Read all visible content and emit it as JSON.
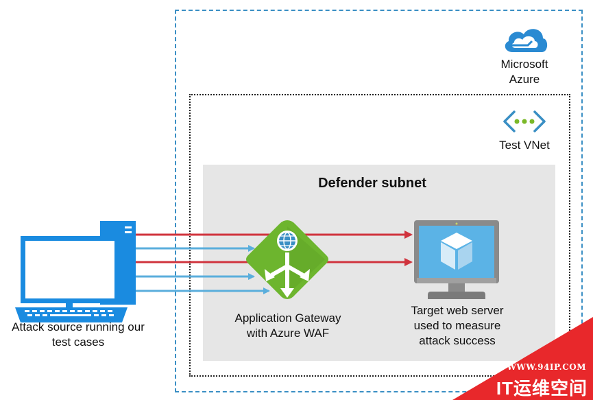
{
  "azure": {
    "label_line1": "Microsoft",
    "label_line2": "Azure"
  },
  "vnet": {
    "label": "Test VNet"
  },
  "subnet": {
    "title": "Defender subnet"
  },
  "attacker": {
    "label_line1": "Attack source running our",
    "label_line2": "test cases"
  },
  "gateway": {
    "label_line1": "Application Gateway",
    "label_line2": "with Azure WAF"
  },
  "server": {
    "label_line1": "Target web server",
    "label_line2": "used to measure",
    "label_line3": "attack success"
  },
  "colors": {
    "azure_border": "#3a8fc4",
    "blocked_arrow": "#5aaedc",
    "passed_arrow": "#d0333d",
    "gateway_green": "#6db52e",
    "watermark_red": "#e8282b"
  },
  "icons": {
    "azure": "azure-cloud-icon",
    "vnet": "vnet-icon",
    "attacker": "desktop-computer-icon",
    "gateway": "application-gateway-icon",
    "server": "virtual-machine-icon"
  },
  "watermark": {
    "url": "WWW.94IP.COM",
    "text": "IT运维空间"
  }
}
